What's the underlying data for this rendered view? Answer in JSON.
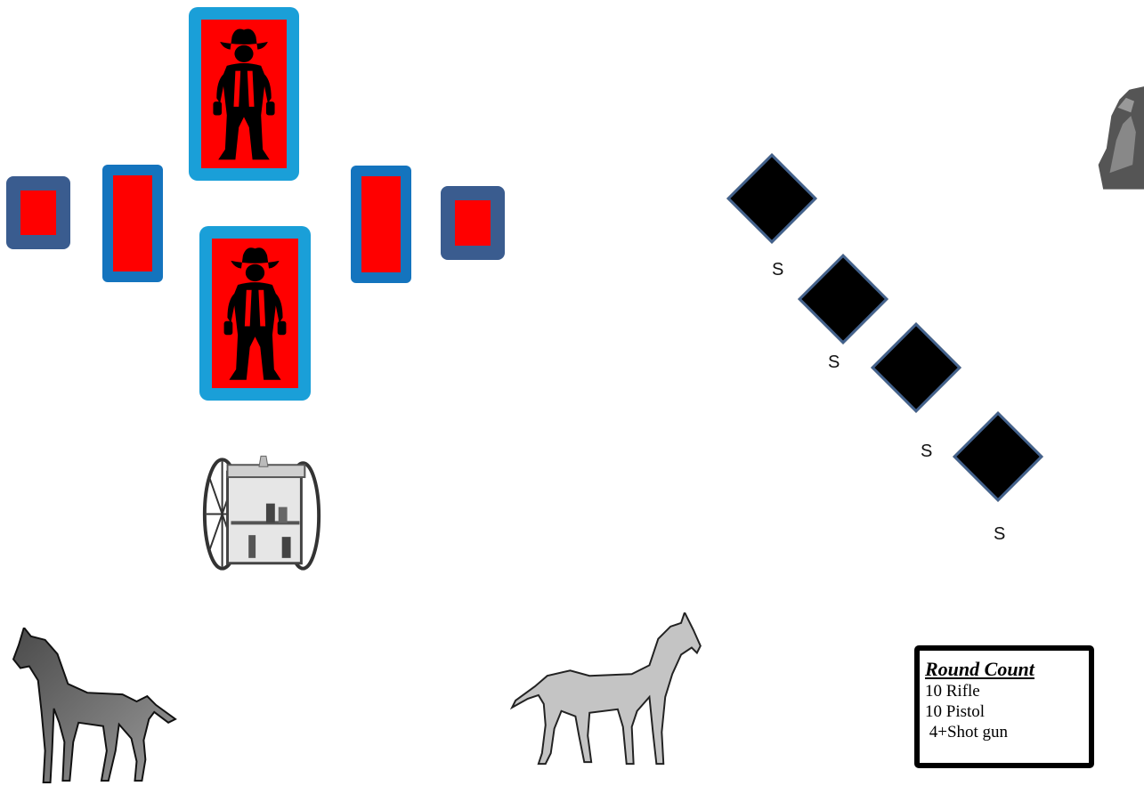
{
  "stage": {
    "steel_labels": [
      "S",
      "S",
      "S",
      "S"
    ],
    "round_count": {
      "title": "Round Count",
      "lines": [
        "10 Rifle",
        "10 Pistol",
        " 4+Shot gun"
      ]
    }
  },
  "colors": {
    "target_large_border": "#1a9fd8",
    "target_tall_border": "#1474be",
    "target_small_border": "#3a5c8f",
    "target_face": "#ff0000",
    "steel_fill": "#000000",
    "steel_border": "#43628d"
  },
  "icons": {
    "cowboy": "cowboy-silhouette-icon",
    "cart": "chuck-wagon-icon",
    "horse": "horse-icon",
    "rock": "rock-formation-icon"
  }
}
